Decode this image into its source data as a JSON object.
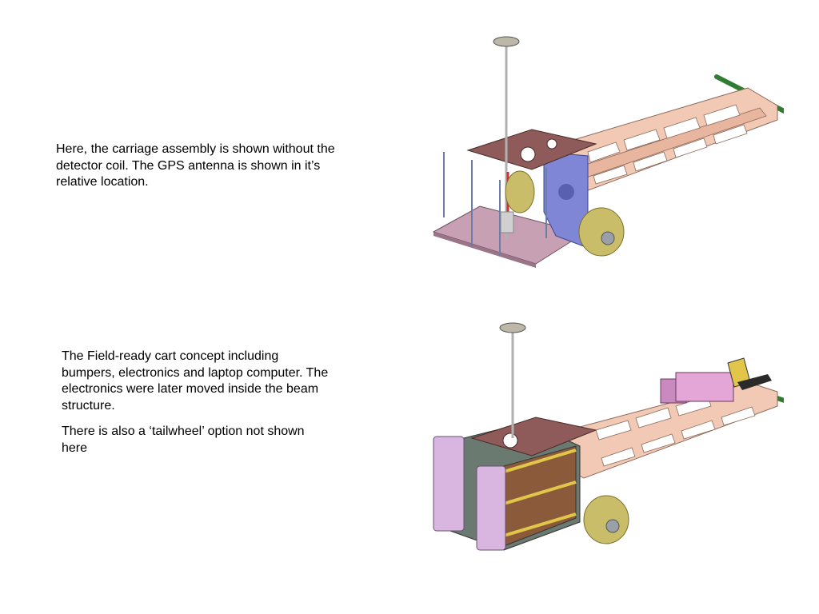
{
  "captions": {
    "top": "Here, the carriage assembly is shown without the detector coil. The GPS antenna is shown in it’s relative location.",
    "bottom_p1": "The Field-ready cart concept including bumpers, electronics and laptop computer. The electronics were later moved inside the beam structure.",
    "bottom_p2": "There is also a ‘tailwheel’ option not shown here"
  },
  "colors": {
    "beam": "#f2c9b4",
    "plate": "#8e5a5a",
    "base_plate": "#c8a0b4",
    "bracket": "#7f86d6",
    "wheel": "#c9bd6a",
    "axle": "#2e7d32",
    "bumper": "#d9b6e0",
    "electronics": "#e4a6d6",
    "frame_yellow": "#e2c64a"
  }
}
